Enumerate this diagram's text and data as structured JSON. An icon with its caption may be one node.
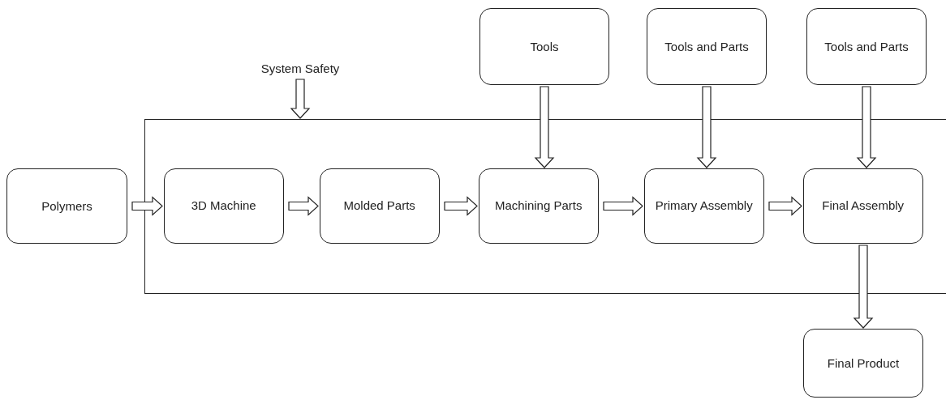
{
  "diagram": {
    "nodes": [
      {
        "text": [
          "Tools"
        ]
      },
      {
        "text": [
          "Tools and Parts"
        ]
      },
      {
        "text": [
          "Tools and Parts"
        ]
      },
      {
        "text": [
          "System Safety"
        ]
      },
      {
        "text": [],
        "shape": "box"
      },
      {
        "text": [
          "Polymers"
        ]
      },
      {
        "text": [
          "3D Machine"
        ],
        "in": 4
      },
      {
        "text": [
          "Molded Parts"
        ],
        "in": 4
      },
      {
        "text": [
          "Machining Parts"
        ],
        "in": 4
      },
      {
        "text": [
          "Primary Assembly"
        ],
        "in": 4
      },
      {
        "text": [
          "Final Assembly"
        ],
        "in": 4
      },
      {
        "text": [
          "Final Product"
        ]
      }
    ],
    "edges": [
      {
        "from": 3,
        "to": 4,
        "arrow": "to"
      },
      {
        "from": 0,
        "to": 8,
        "arrow": "to"
      },
      {
        "from": 1,
        "to": 9,
        "arrow": "to"
      },
      {
        "from": 2,
        "to": 10,
        "arrow": "to"
      },
      {
        "from": 5,
        "to": 6,
        "arrow": "to"
      },
      {
        "from": 6,
        "to": 7,
        "arrow": "to"
      },
      {
        "from": 7,
        "to": 8,
        "arrow": "to"
      },
      {
        "from": 8,
        "to": 9,
        "arrow": "to"
      },
      {
        "from": 9,
        "to": 10,
        "arrow": "to"
      },
      {
        "from": 10,
        "to": 11,
        "arrow": "to"
      }
    ]
  }
}
